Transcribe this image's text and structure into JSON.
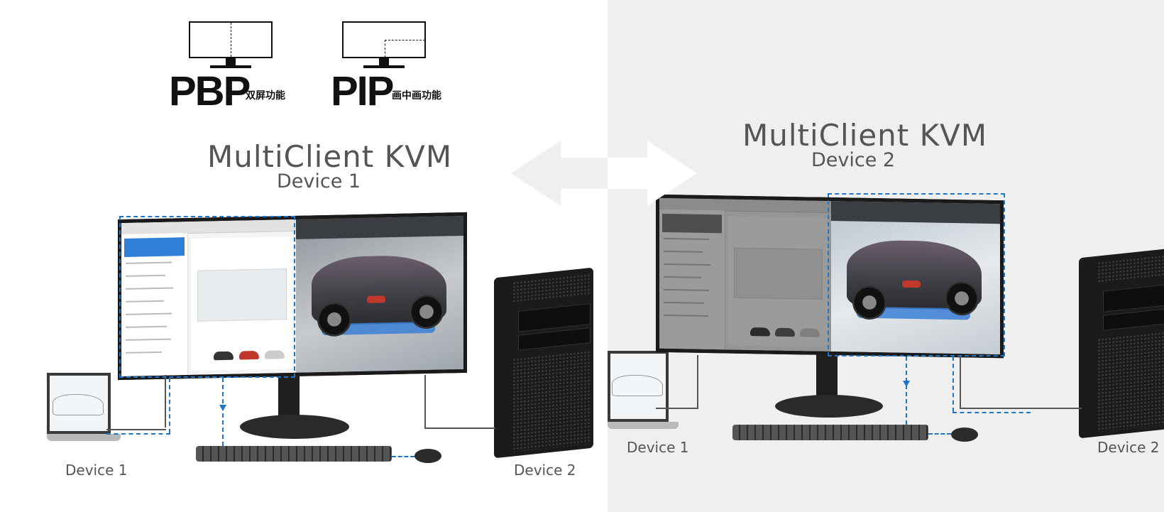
{
  "modes": {
    "pbp": {
      "label": "PBP",
      "sub": "双屏功能"
    },
    "pip": {
      "label": "PIP",
      "sub": "画中画功能"
    }
  },
  "left": {
    "title": "MultiClient KVM",
    "subtitle": "Device 1",
    "device_left_label": "Device 1",
    "device_right_label": "Device 2"
  },
  "right": {
    "title": "MultiClient KVM",
    "subtitle": "Device 2",
    "device_left_label": "Device 1",
    "device_right_label": "Device 2"
  },
  "colors": {
    "accent_dash": "#1f76c9",
    "left_background": "#ffffff",
    "right_background": "#efefef",
    "text": "#555555"
  },
  "icons": {
    "swap": "double-arrow-icon",
    "pbp": "pbp-monitor-icon",
    "pip": "pip-monitor-icon"
  }
}
